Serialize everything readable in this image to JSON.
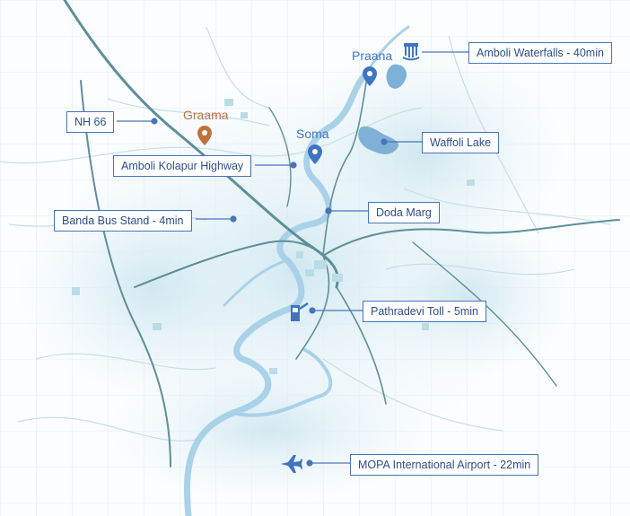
{
  "colors": {
    "accent": "#4a74b8",
    "label_text": "#2e4f86",
    "graama": "#c0713f",
    "place_blue": "#3f74c2",
    "river": "#a9d1e8",
    "road": "#5e8f97",
    "haze": "#d6ecf3"
  },
  "places": {
    "graama": "Graama",
    "praana": "Praana",
    "soma": "Soma"
  },
  "callouts": {
    "amboli_waterfalls": "Amboli Waterfalls - 40min",
    "nh66": "NH 66",
    "waffoli_lake": "Waffoli Lake",
    "amboli_kolapur_highway": "Amboli Kolapur Highway",
    "doda_marg": "Doda Marg",
    "banda_bus_stand": "Banda Bus Stand  - 4min",
    "pathradevi_toll": "Pathradevi Toll - 5min",
    "mopa_airport": "MOPA International Airport - 22min"
  },
  "icons": {
    "waterfall": "waterfall-icon",
    "toll": "toll-plaza-icon",
    "airport": "airplane-icon",
    "pin": "location-pin-icon"
  }
}
